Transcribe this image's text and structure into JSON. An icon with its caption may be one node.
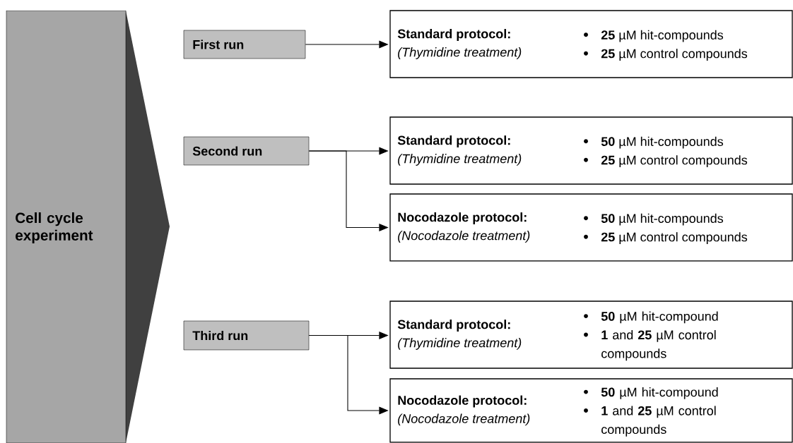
{
  "diagram": {
    "nodes": [
      {
        "text": [
          "Cell cycle experiment"
        ]
      },
      {
        "text": [
          "First run"
        ]
      },
      {
        "text": [
          "Second run"
        ]
      },
      {
        "text": [
          "Third run"
        ]
      },
      {
        "text": [
          "Standard protocol:",
          "(Thymidine treatment)",
          "**25** µM hit-compounds",
          "**25** µM control compounds"
        ]
      },
      {
        "text": [
          "Standard protocol:",
          "(Thymidine treatment)",
          "**50** µM hit-compounds",
          "**25** µM control compounds"
        ]
      },
      {
        "text": [
          "Nocodazole protocol:",
          "(Nocodazole treatment)",
          "**50** µM hit-compounds",
          "**25** µM control compounds"
        ]
      },
      {
        "text": [
          "Standard protocol:",
          "(Thymidine treatment)",
          "**50** µM hit-compound",
          "**1** and **25** µM control compounds"
        ]
      },
      {
        "text": [
          "Nocodazole protocol:",
          "(Nocodazole treatment)",
          "**50** µM hit-compound",
          "**1** and **25** µM control compounds"
        ]
      }
    ],
    "edges": [
      {
        "from": 1,
        "to": 4,
        "arrow": "to"
      },
      {
        "from": 2,
        "to": 5,
        "arrow": "to"
      },
      {
        "from": 2,
        "to": 6,
        "arrow": "to"
      },
      {
        "from": 3,
        "to": 7,
        "arrow": "to"
      },
      {
        "from": 3,
        "to": 8,
        "arrow": "to"
      }
    ]
  }
}
